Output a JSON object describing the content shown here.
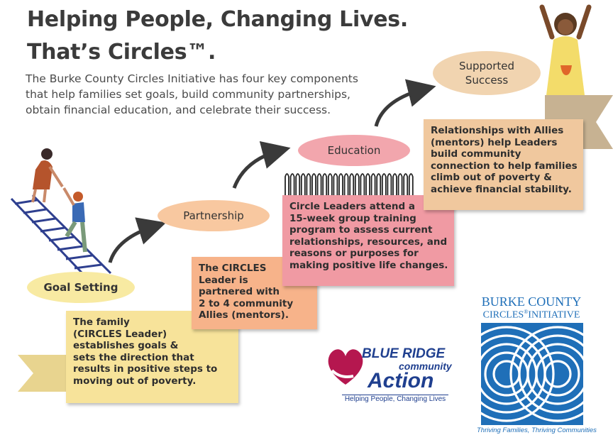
{
  "title": {
    "line1": "Helping People, Changing Lives.",
    "line2": "That’s Circles™."
  },
  "intro": {
    "lines": [
      "The Burke County Circles Initiative has four key components",
      "that help families set goals, build community partnerships,",
      "obtain financial education, and celebrate their success."
    ]
  },
  "steps": {
    "goal": {
      "label": "Goal Setting",
      "text": [
        "The family",
        "(CIRCLES Leader)",
        "establishes goals &",
        "sets the direction that",
        "results in positive steps to",
        "moving out of poverty."
      ]
    },
    "partnership": {
      "label": "Partnership",
      "text": [
        "The CIRCLES",
        "Leader is",
        "partnered with",
        "2 to 4 community",
        "Allies (mentors)."
      ]
    },
    "education": {
      "label": "Education",
      "text": [
        "Circle Leaders attend a",
        "15-week group training",
        "program to assess current",
        "relationships, resources, and",
        "reasons or purposes for",
        "making positive life changes."
      ]
    },
    "success": {
      "label_line1": "Supported",
      "label_line2": "Success",
      "text": [
        "Relationships with Allies",
        "(mentors) help Leaders",
        "build community",
        "connection to help families",
        "climb out of poverty &",
        "achieve financial stability."
      ]
    }
  },
  "logos": {
    "blue_ridge": {
      "line1": "BLUE RIDGE",
      "line2": "community",
      "line3": "Action",
      "tagline": "Helping People, Changing Lives"
    },
    "burke": {
      "line1": "BURKE COUNTY",
      "line2": "CIRCLES",
      "line2_mark": "®",
      "line2_rest": "INITIATIVE",
      "tagline": "Thriving Families, Thriving Communities"
    }
  },
  "colors": {
    "title": "#3b3b3b",
    "pill_yellow": "#f8eaa2",
    "pill_peach": "#f8c8a0",
    "pill_pink": "#f2a6ad",
    "pill_tan": "#f1d4b0",
    "box_yellow": "#f7e39a",
    "box_peach": "#f7b38a",
    "box_pink": "#f09aa3",
    "box_tan": "#f0c89e",
    "ribbon": "#e8d48f",
    "brand_blue": "#1f6fb8",
    "brand_red": "#b5174f"
  }
}
